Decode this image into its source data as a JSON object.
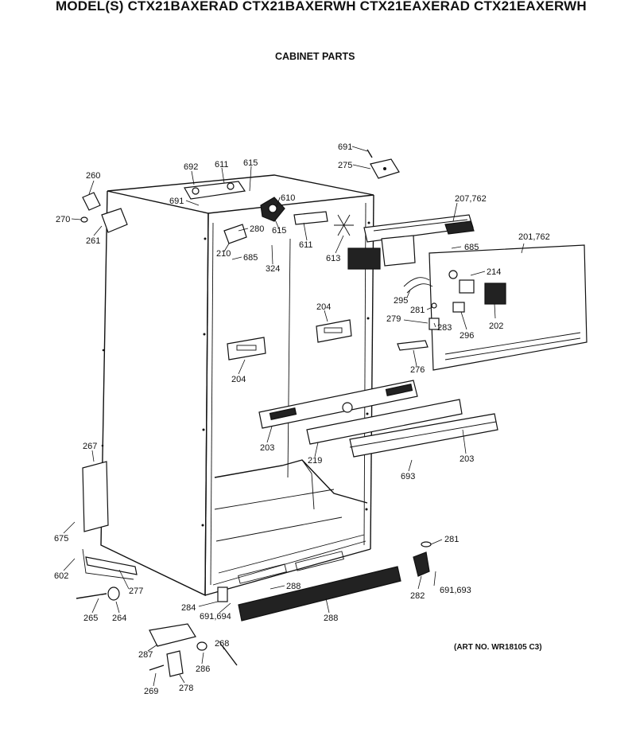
{
  "header": {
    "title": "MODEL(S) CTX21BAXERAD  CTX21BAXERWH  CTX21EAXERAD  CTX21EAXERWH",
    "subtitle": "CABINET PARTS"
  },
  "footer": {
    "art_number": "(ART NO. WR18105 C3)"
  },
  "part_labels": [
    "691",
    "275",
    "692",
    "611",
    "615",
    "260",
    "691",
    "610",
    "207,762",
    "270",
    "280",
    "615",
    "261",
    "611",
    "685",
    "201,762",
    "210",
    "685",
    "613",
    "324",
    "214",
    "295",
    "204",
    "281",
    "279",
    "202",
    "283",
    "296",
    "204",
    "276",
    "203",
    "219",
    "203",
    "693",
    "267",
    "675",
    "281",
    "602",
    "277",
    "282",
    "288",
    "691,693",
    "284",
    "265",
    "264",
    "691,694",
    "288",
    "268",
    "287",
    "286",
    "269",
    "278"
  ]
}
